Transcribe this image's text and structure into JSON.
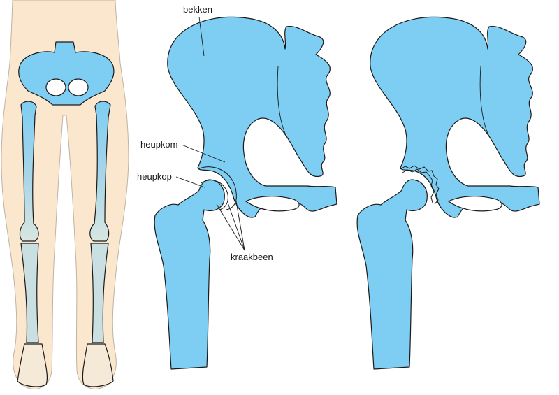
{
  "labels": {
    "pelvis": "bekken",
    "acetabulum": "heupkom",
    "femoral_head": "heupkop",
    "cartilage": "kraakbeen"
  },
  "colors": {
    "bone": "#7ecdf2",
    "skin": "#fae7ce",
    "lower_leg_bone": "#c9dfe2"
  }
}
